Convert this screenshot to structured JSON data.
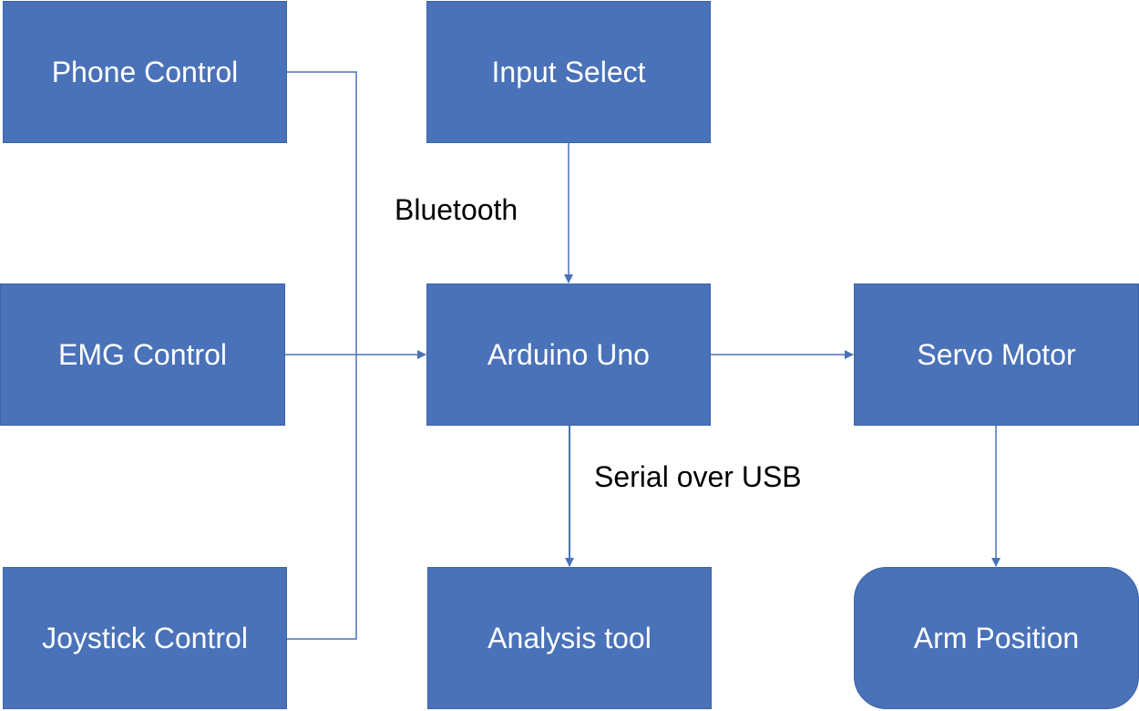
{
  "nodes": {
    "phone_control": "Phone Control",
    "input_select": "Input Select",
    "emg_control": "EMG Control",
    "arduino_uno": "Arduino Uno",
    "servo_motor": "Servo Motor",
    "joystick_control": "Joystick Control",
    "analysis_tool": "Analysis tool",
    "arm_position": "Arm Position"
  },
  "edge_labels": {
    "bluetooth": "Bluetooth",
    "serial_over_usb": "Serial over USB"
  },
  "colors": {
    "node_fill": "#4a72b8",
    "node_text": "#ffffff",
    "connector": "#4a72b8",
    "label_text": "#000000"
  }
}
